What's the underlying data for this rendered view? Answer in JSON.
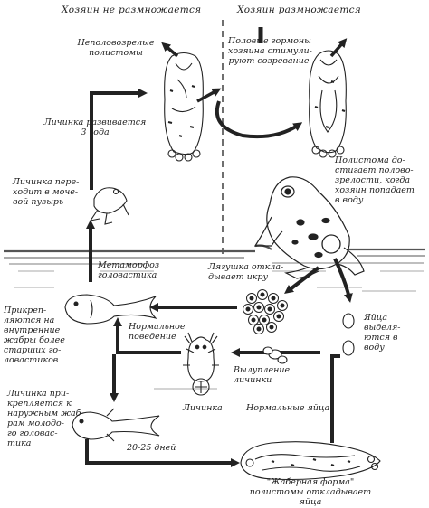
{
  "header": {
    "host_not_breeding": "Хозяин не размножается",
    "host_breeding": "Хозяин размножается"
  },
  "labels": {
    "immature_polystomes": "Неполовозрелые\nполистомы",
    "sex_hormones": "Половые гормоны\nхозяина стимули-\nруют созревание",
    "larva_develops_3_years": "Личинка развивается\n3 года",
    "larva_moves_to_bladder": "Личинка пере-\nходит в моче-\nвой пузырь",
    "polystome_matures": "Полистома до-\nстигает полово-\nзрелости, когда\nхозяин попадает\nв воду",
    "tadpole_metamorphosis": "Метаморфоз\nголовастика",
    "frog_lays_eggs": "Лягушка откла-\nдывает икру",
    "attach_internal_gills": "Прикреп-\nляются на\nвнутренние\nжабры более\nстарших го-\nловастиков",
    "normal_behaviour": "Нормальное\nповедение",
    "eggs_excreted": "Яйца\nвыделя-\nются в\nводу",
    "larvae_hatching": "Вылупление\nличинки",
    "larva": "Личинка",
    "normal_eggs": "Нормальные яйца",
    "larva_attaches_external_gills": "Личинка при-\nкрепляется к\nнаружным жаб-\nрам молодо-\nго головас-\nтика",
    "days_20_25": "20-25 дней",
    "gill_form_lays_eggs": "\"Жаберная форма\"\nполистомы откладывает\nяйца"
  },
  "colors": {
    "ink": "#222222",
    "background": "#ffffff",
    "water_lines": "#555555",
    "spot": "#111111"
  }
}
